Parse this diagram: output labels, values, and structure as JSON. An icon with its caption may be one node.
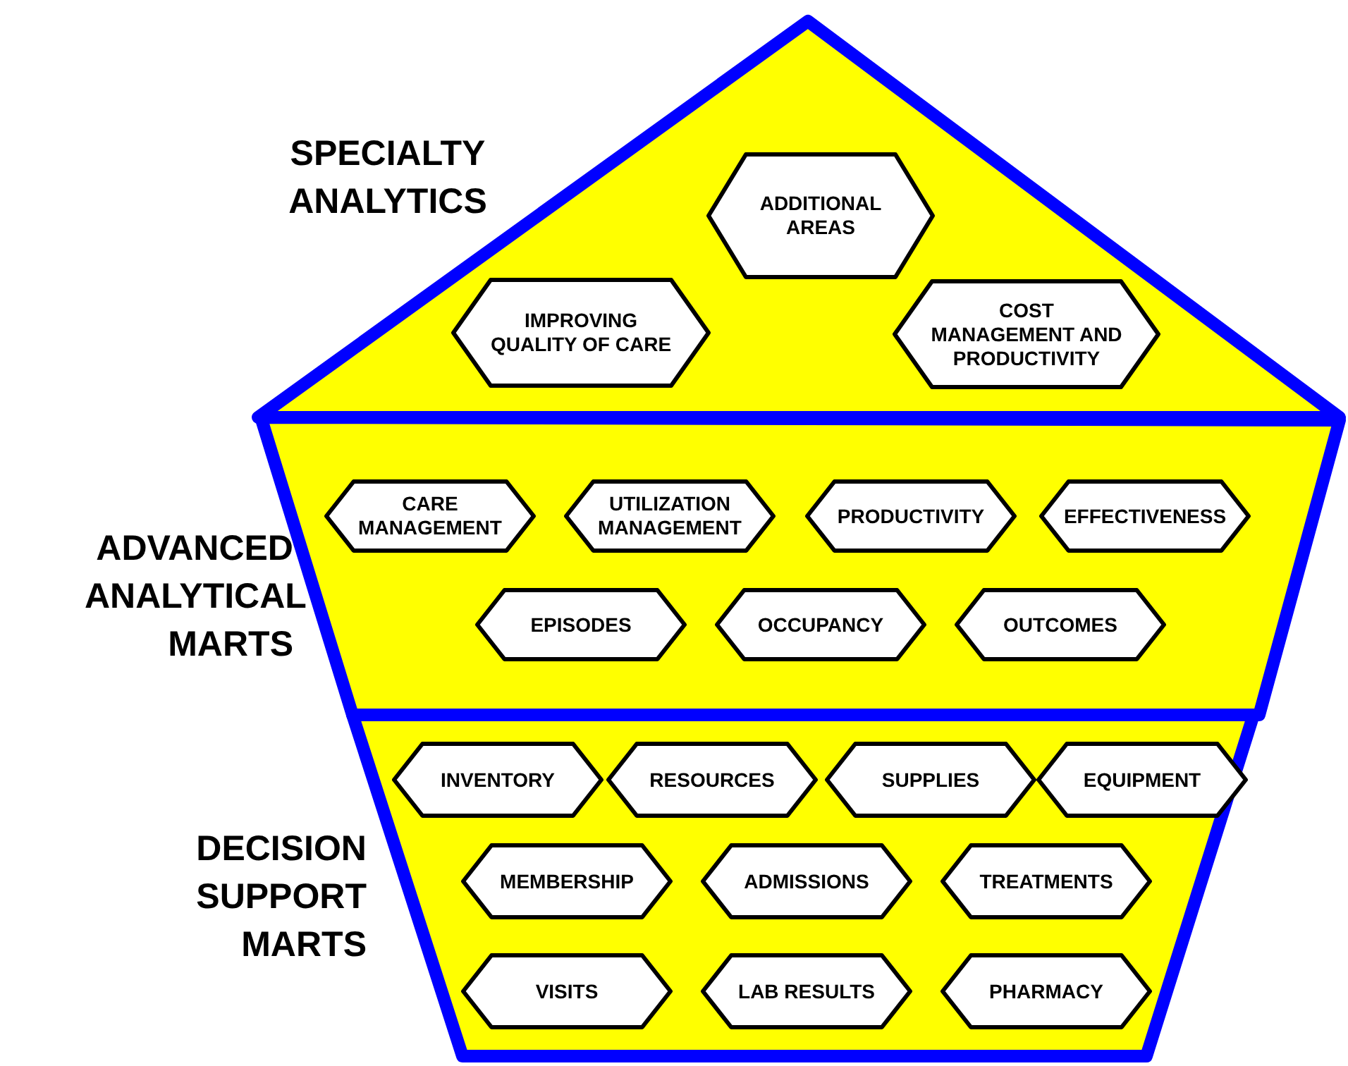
{
  "diagram": {
    "nodes": [
      {
        "text": [
          "SPECIALTY ANALYTICS"
        ]
      },
      {
        "text": [
          "ADDITIONAL AREAS"
        ],
        "in": 0
      },
      {
        "text": [
          "IMPROVING QUALITY OF CARE"
        ],
        "in": 0
      },
      {
        "text": [
          "COST MANAGEMENT AND PRODUCTIVITY"
        ],
        "in": 0
      },
      {
        "text": [
          "ADVANCED ANALYTICAL MARTS"
        ]
      },
      {
        "text": [
          "CARE MANAGEMENT"
        ],
        "in": 4
      },
      {
        "text": [
          "UTILIZATION MANAGEMENT"
        ],
        "in": 4
      },
      {
        "text": [
          "PRODUCTIVITY"
        ],
        "in": 4
      },
      {
        "text": [
          "EFFECTIVENESS"
        ],
        "in": 4
      },
      {
        "text": [
          "EPISODES"
        ],
        "in": 4
      },
      {
        "text": [
          "OCCUPANCY"
        ],
        "in": 4
      },
      {
        "text": [
          "OUTCOMES"
        ],
        "in": 4
      },
      {
        "text": [
          "DECISION SUPPORT MARTS"
        ]
      },
      {
        "text": [
          "INVENTORY"
        ],
        "in": 12
      },
      {
        "text": [
          "RESOURCES"
        ],
        "in": 12
      },
      {
        "text": [
          "SUPPLIES"
        ],
        "in": 12
      },
      {
        "text": [
          "EQUIPMENT"
        ],
        "in": 12
      },
      {
        "text": [
          "MEMBERSHIP"
        ],
        "in": 12
      },
      {
        "text": [
          "ADMISSIONS"
        ],
        "in": 12
      },
      {
        "text": [
          "TREATMENTS"
        ],
        "in": 12
      },
      {
        "text": [
          "VISITS"
        ],
        "in": 12
      },
      {
        "text": [
          "LAB RESULTS"
        ],
        "in": 12
      },
      {
        "text": [
          "PHARMACY"
        ],
        "in": 12
      }
    ]
  }
}
